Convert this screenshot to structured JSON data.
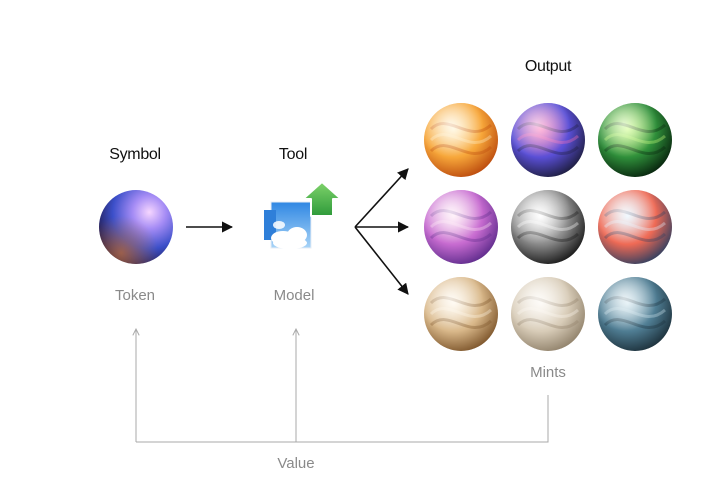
{
  "headings": {
    "symbol": "Symbol",
    "tool": "Tool",
    "output": "Output"
  },
  "labels": {
    "token": "Token",
    "model": "Model",
    "mints": "Mints",
    "value": "Value"
  },
  "icons": {
    "token": "blue-sphere-icon",
    "model": "cloud-image-upload-icon",
    "mints": "textured-sphere-icon"
  },
  "colors": {
    "arrow": "#111111",
    "feedback_line": "#a8a8a8",
    "heading_text": "#111111",
    "label_text": "#8a8a8a",
    "upload_arrow": "#4caf50"
  },
  "mints": [
    {
      "name": "orange-marble",
      "c1": "#fff1c9",
      "c2": "#f7a73a",
      "c3": "#b9470c"
    },
    {
      "name": "graffiti",
      "c1": "#ff6fb5",
      "c2": "#5a4fd6",
      "c3": "#1c1c3a"
    },
    {
      "name": "green-crackle",
      "c1": "#c9ff7a",
      "c2": "#2f8f3a",
      "c3": "#06200c"
    },
    {
      "name": "pink-nebula",
      "c1": "#ffe3f3",
      "c2": "#c76bd0",
      "c3": "#5b2a8a"
    },
    {
      "name": "chrome-liquid",
      "c1": "#ffffff",
      "c2": "#8a8a8a",
      "c3": "#151515"
    },
    {
      "name": "red-cloud",
      "c1": "#dff2ff",
      "c2": "#ef6a55",
      "c3": "#2c3e60"
    },
    {
      "name": "beige-marble",
      "c1": "#fff6e6",
      "c2": "#d9b88a",
      "c3": "#7a5228"
    },
    {
      "name": "stone-ruins",
      "c1": "#fbf6ee",
      "c2": "#d8ccb8",
      "c3": "#8e7f68"
    },
    {
      "name": "eye",
      "c1": "#cfe6ef",
      "c2": "#4f7d93",
      "c3": "#1b2e38"
    }
  ]
}
